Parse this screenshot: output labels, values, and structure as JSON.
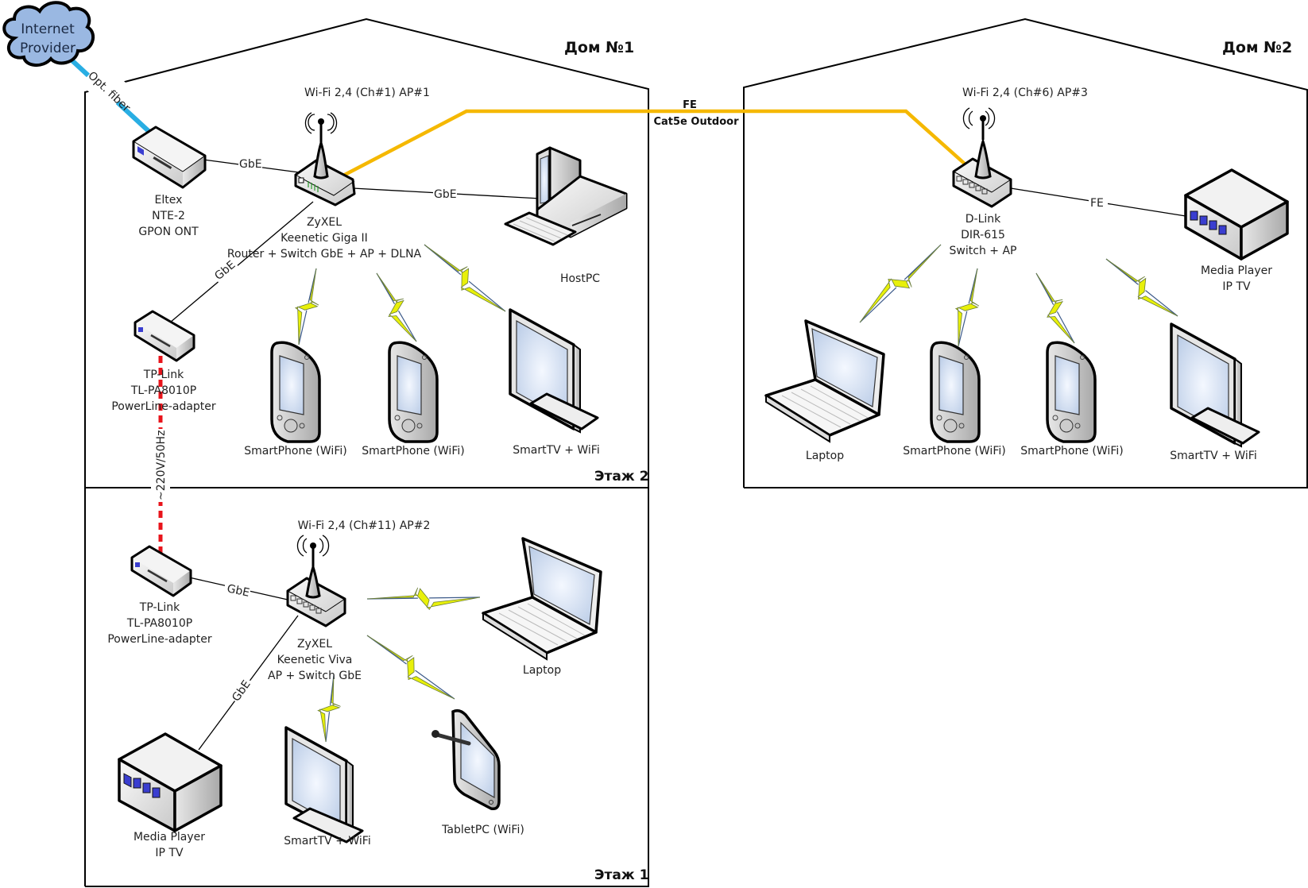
{
  "houses": [
    {
      "title": "Дом №1",
      "floors": [
        "Этаж 2",
        "Этаж 1"
      ]
    },
    {
      "title": "Дом №2"
    }
  ],
  "cloud": {
    "line1": "Internet",
    "line2": "Provider"
  },
  "links": {
    "fiber": "Opt. fiber",
    "ont_router": "GbE",
    "router_pc": "GbE",
    "router_plc": "GbE",
    "powerline": "~220V/50Hz",
    "plc_viva": "GbE",
    "viva_media": "GbE",
    "outdoor_line1": "FE",
    "outdoor_line2": "Cat5e Outdoor",
    "dlink_media": "FE"
  },
  "colors": {
    "fiber": "#29aee3",
    "outdoor_cable": "#f5b800",
    "powerline": "#e8141b",
    "wifi_bolt": "#e8f00a",
    "cloud": "#9ab8e2"
  },
  "wifi": {
    "ap1": "Wi-Fi 2,4 (Ch#1) AP#1",
    "ap2": "Wi-Fi 2,4 (Ch#11) AP#2",
    "ap3": "Wi-Fi 2,4 (Ch#6) AP#3"
  },
  "devices": {
    "ont": [
      "Eltex",
      "NTE-2",
      "GPON ONT"
    ],
    "router1": [
      "ZyXEL",
      "Keenetic Giga II",
      "Router + Switch GbE + AP + DLNA"
    ],
    "hostpc": [
      "HostPC"
    ],
    "plc1": [
      "TP-Link",
      "TL-PA8010P",
      "PowerLine-adapter"
    ],
    "phone1": [
      "SmartPhone (WiFi)"
    ],
    "phone2": [
      "SmartPhone (WiFi)"
    ],
    "tv1": [
      "SmartTV + WiFi"
    ],
    "plc2": [
      "TP-Link",
      "TL-PA8010P",
      "PowerLine-adapter"
    ],
    "router2": [
      "ZyXEL",
      "Keenetic Viva",
      "AP + Switch GbE"
    ],
    "laptop1": [
      "Laptop"
    ],
    "media1": [
      "Media Player",
      "IP TV"
    ],
    "tv2": [
      "SmartTV + WiFi"
    ],
    "tablet": [
      "TabletPC (WiFi)"
    ],
    "router3": [
      "D-Link",
      "DIR-615",
      "Switch + AP"
    ],
    "media2": [
      "Media Player",
      "IP TV"
    ],
    "laptop2": [
      "Laptop"
    ],
    "phone3": [
      "SmartPhone (WiFi)"
    ],
    "phone4": [
      "SmartPhone (WiFi)"
    ],
    "tv3": [
      "SmartTV + WiFi"
    ]
  }
}
